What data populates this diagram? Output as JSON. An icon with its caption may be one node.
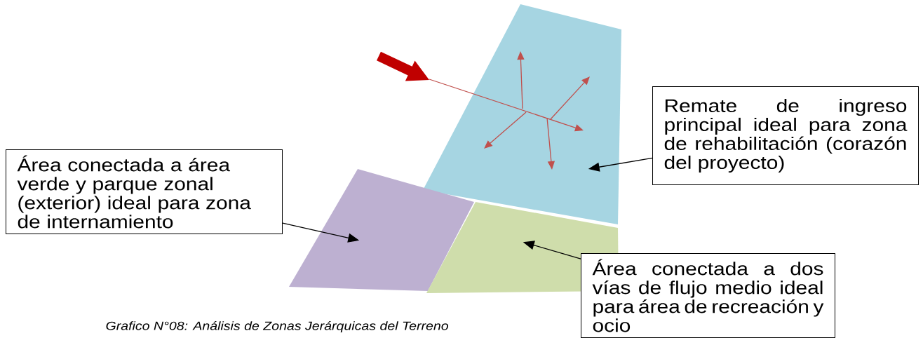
{
  "diagram": {
    "caption": "Grafico N°08: Análisis de Zonas Jerárquicas del Terreno",
    "nodes": [
      {
        "text": [],
        "shape": "box"
      },
      {
        "text": [],
        "shape": "box"
      },
      {
        "text": [],
        "shape": "box"
      },
      {
        "text": [
          "Área conectada a área verde y parque zonal (exterior) ideal para zona de internamiento"
        ]
      },
      {
        "text": [
          "Remate de ingreso principal ideal para zona de rehabilitación (corazón del proyecto)"
        ]
      },
      {
        "text": [
          "Área conectada a dos vías de flujo medio ideal para área de recreación y ocio"
        ]
      }
    ],
    "edges": [
      {
        "from": 3,
        "to": 1,
        "arrow": "to"
      },
      {
        "from": 4,
        "to": 0,
        "arrow": "to"
      },
      {
        "from": 5,
        "to": 2,
        "arrow": "to"
      }
    ]
  }
}
